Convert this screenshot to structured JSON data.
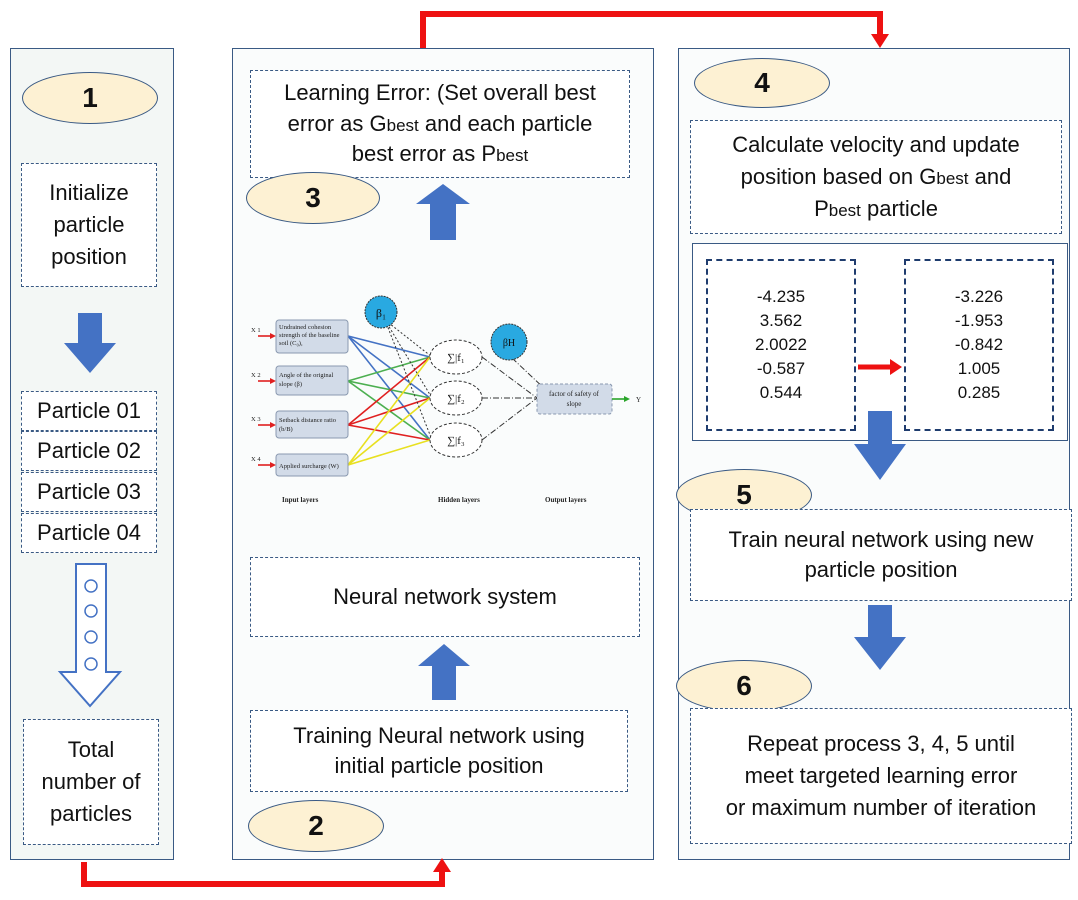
{
  "steps": {
    "s1": "1",
    "s2": "2",
    "s3": "3",
    "s4": "4",
    "s5": "5",
    "s6": "6"
  },
  "panel1": {
    "initialize": [
      "Initialize",
      "particle",
      "position"
    ],
    "particles": [
      "Particle 01",
      "Particle 02",
      "Particle 03",
      "Particle 04"
    ],
    "total": [
      "Total",
      "number of",
      "particles"
    ]
  },
  "panel2": {
    "learning_error_l1": "Learning Error: (Set overall best",
    "learning_error_l2a": "error as G",
    "learning_error_l2b": "best",
    "learning_error_l2c": " and each particle",
    "learning_error_l3a": "best error as P",
    "learning_error_l3b": "best",
    "neural_system": "Neural network system",
    "training_l1": "Training Neural network using",
    "training_l2": "initial particle position"
  },
  "nn": {
    "x1": "X 1",
    "x2": "X 2",
    "x3": "X 3",
    "x4": "X 4",
    "input1_l1": "Undrained cohesion",
    "input1_l2": "strength of the baseline",
    "input1_l3": "soil (C₀),",
    "input2_l1": "Angle of the original",
    "input2_l2": "slope (β)",
    "input3_l1": "Setback distance ratio",
    "input3_l2": "(b/B)",
    "input4": "Applied surcharge (W)",
    "beta1": "β₁",
    "betaH": "βH",
    "f1": "∑|f₁",
    "f2": "∑|f₂",
    "f3": "∑|f₃",
    "output_l1": "factor of safety of",
    "output_l2": "slope",
    "y": "Y",
    "input_layers": "Input layers",
    "hidden_layers": "Hidden layers",
    "output_layers": "Output layers"
  },
  "panel3": {
    "calc_l1": "Calculate velocity and update",
    "calc_l2a": "position based on G",
    "calc_l2b": "best",
    "calc_l2c": " and",
    "calc_l3a": "P",
    "calc_l3b": "best",
    "calc_l3c": " particle",
    "old_values": [
      "-4.235",
      "3.562",
      "2.0022",
      "-0.587",
      "0.544"
    ],
    "new_values": [
      "-3.226",
      "-1.953",
      "-0.842",
      "1.005",
      "0.285"
    ],
    "train_l1": "Train neural network using new",
    "train_l2": "particle position",
    "repeat_l1": "Repeat process 3, 4, 5 until",
    "repeat_l2": "meet targeted learning error",
    "repeat_l3": "or maximum number of iteration"
  },
  "colors": {
    "accent_red": "#ee1111",
    "arrow_blue": "#4472c4",
    "panel_border": "#3a5a84",
    "ellipse_fill": "#fdf1d3",
    "beta_fill": "#29a9e1"
  }
}
